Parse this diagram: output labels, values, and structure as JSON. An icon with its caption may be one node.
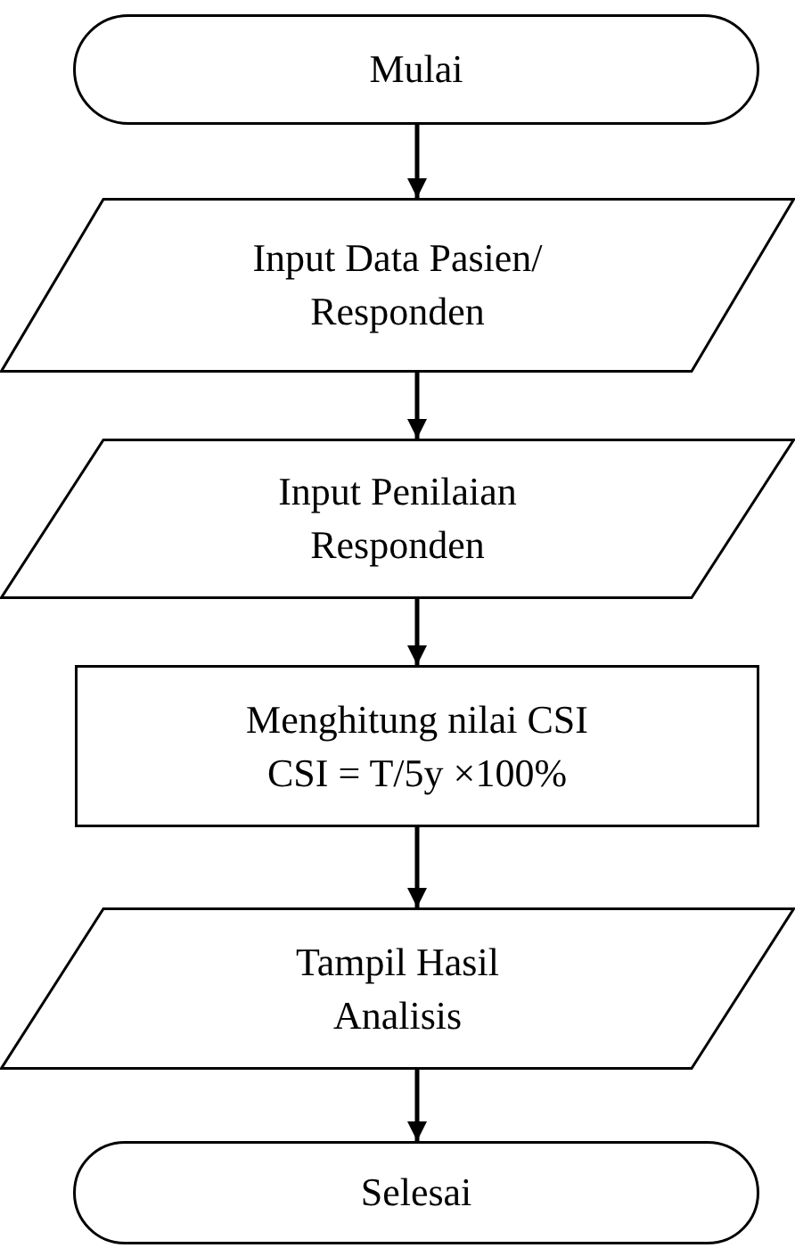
{
  "diagram": {
    "nodes": [
      {
        "text": [
          "Mulai"
        ]
      },
      {
        "text": [
          "Input Data Pasien/ Responden"
        ]
      },
      {
        "text": [
          "Input Penilaian Responden"
        ]
      },
      {
        "text": [
          "Menghitung nilai CSI",
          "CSI = T/5y ×100%"
        ]
      },
      {
        "text": [
          "Tampil Hasil Analisis"
        ]
      },
      {
        "text": [
          "Selesai"
        ]
      }
    ],
    "edges": [
      {
        "from": 0,
        "to": 1,
        "arrow": "to"
      },
      {
        "from": 1,
        "to": 2,
        "arrow": "to"
      },
      {
        "from": 2,
        "to": 3,
        "arrow": "to"
      },
      {
        "from": 3,
        "to": 4,
        "arrow": "to"
      },
      {
        "from": 4,
        "to": 5,
        "arrow": "to"
      }
    ]
  }
}
